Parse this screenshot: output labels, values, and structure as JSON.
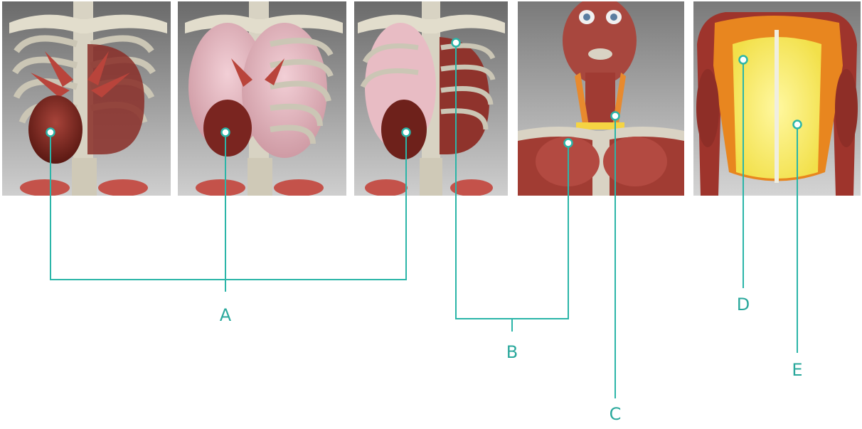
{
  "colors": {
    "leader": "#2bb5a8",
    "label": "#2aa89c",
    "background": "#ffffff"
  },
  "panels": [
    {
      "name": "thorax-muscles-diaphragm"
    },
    {
      "name": "thorax-lungs-diaphragm"
    },
    {
      "name": "thorax-intercostals-diaphragm"
    },
    {
      "name": "head-neck-chest-muscles"
    },
    {
      "name": "torso-abdominal-muscles"
    }
  ],
  "labels": {
    "A": "A",
    "B": "B",
    "C": "C",
    "D": "D",
    "E": "E"
  }
}
